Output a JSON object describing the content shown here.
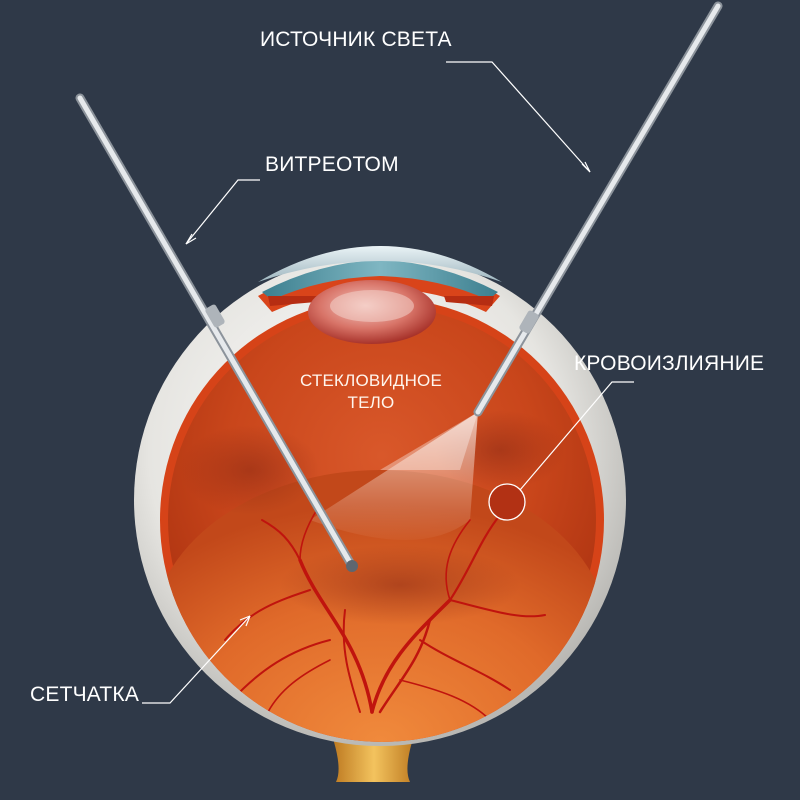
{
  "labels": {
    "light_source": "ИСТОЧНИК СВЕТА",
    "vitreotome": "ВИТРЕОТОМ",
    "hemorrhage": "КРОВОИЗЛИЯНИЕ",
    "retina": "СЕТЧАТКА",
    "vitreous_line1": "СТЕКЛОВИДНОЕ",
    "vitreous_line2": "ТЕЛО"
  },
  "colors": {
    "background": "#2f3948",
    "label": "#ffffff",
    "sclera": "#e9e8e4",
    "choroid": "#d9441a",
    "vitreous": "#c4451a",
    "vessel": "#c0140e",
    "instrument": "#d6dadf",
    "optic_nerve": "#d99a35"
  }
}
